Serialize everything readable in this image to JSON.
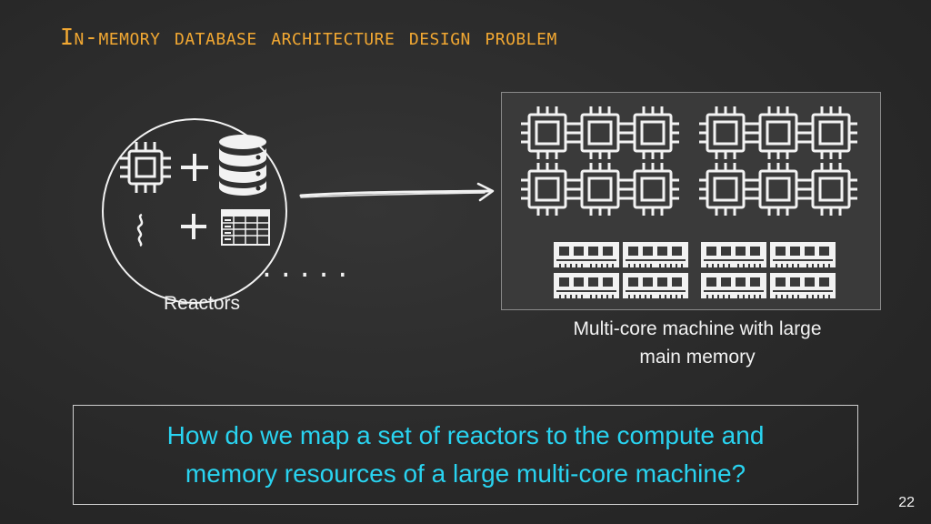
{
  "slide": {
    "title": "In-memory database architecture design problem",
    "reactors_label": "Reactors",
    "dots": ".....",
    "machine_label_line1": "Multi-core machine with large",
    "machine_label_line2": "main memory",
    "question_line1": "How do we map a set of reactors to the compute and",
    "question_line2": "memory resources of a large multi-core machine?",
    "page_number": "22",
    "reactor_icons": {
      "cpu": "cpu-icon",
      "plus": "plus-icon",
      "database": "database-icon",
      "code": "code-brace-icon",
      "table": "table-icon"
    },
    "machine": {
      "cpu_icon": "cpu-icon",
      "memory_icon": "memory-module-icon",
      "cpu_rows": 2,
      "cpu_per_row": 6,
      "memory_rows": 2,
      "memory_per_row": 4
    },
    "colors": {
      "title": "#f2a832",
      "question": "#29d3f0",
      "chalk": "#f2f2f2",
      "background": "#2b2b2b"
    }
  }
}
